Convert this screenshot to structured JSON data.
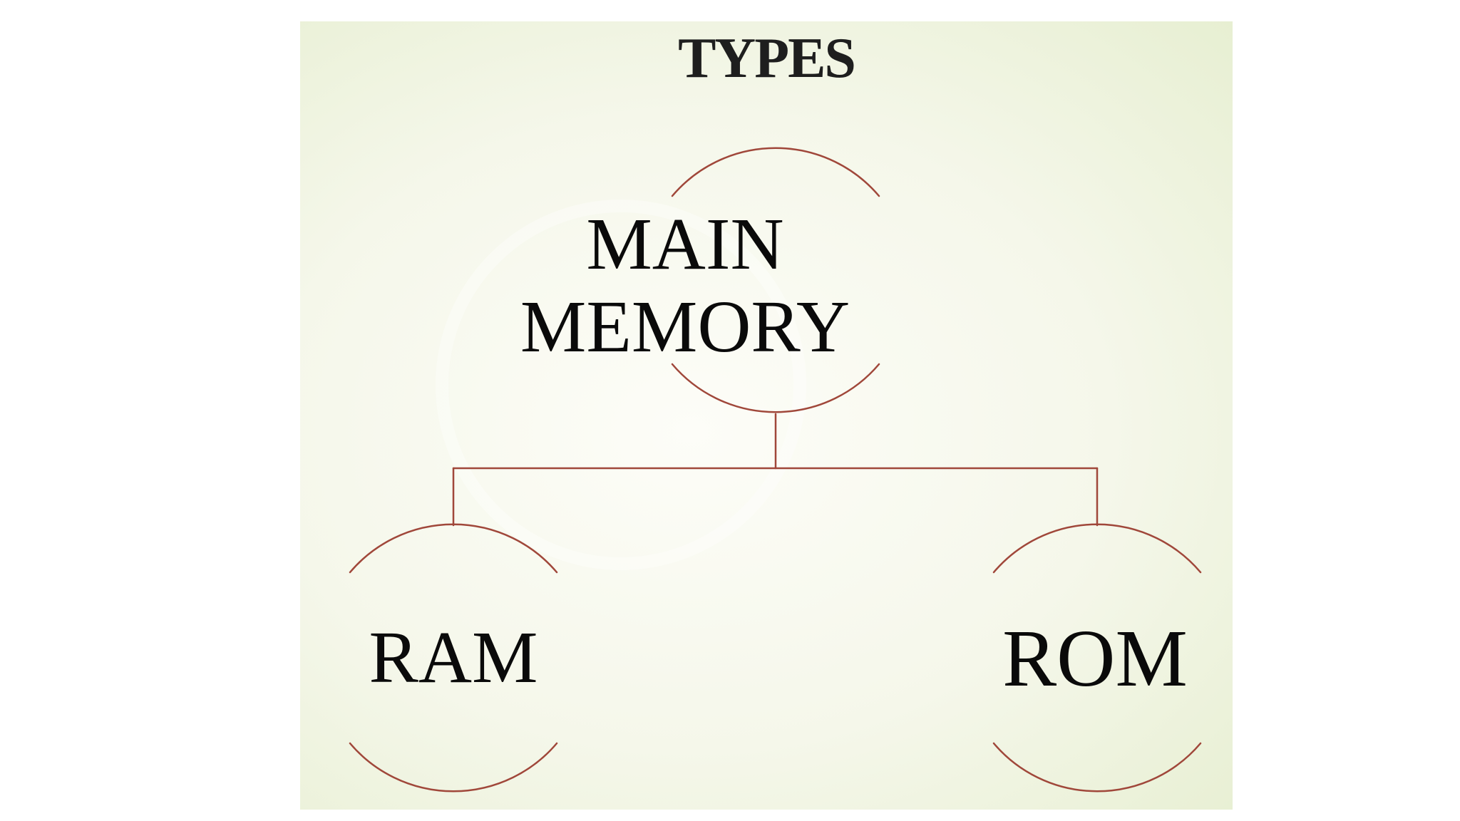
{
  "title": "TYPES",
  "colors": {
    "connector": "#a0473a",
    "text": "#0a0a0a",
    "background": "#f5f7ea"
  },
  "nodes": {
    "root": {
      "label": "MAIN\nMEMORY"
    },
    "children": [
      {
        "label": "RAM"
      },
      {
        "label": "ROM"
      }
    ]
  }
}
